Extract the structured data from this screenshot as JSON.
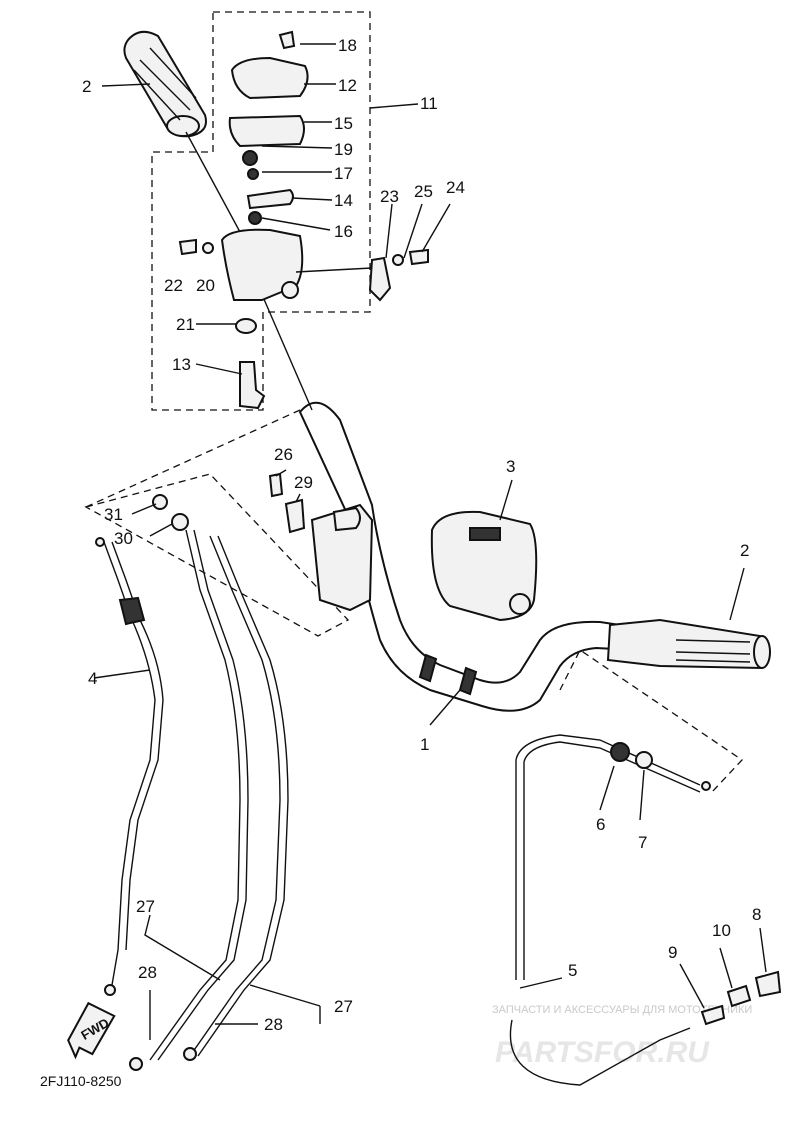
{
  "diagram": {
    "code": "2FJ110-8250",
    "fwd_label": "FWD",
    "watermark_line": "ЗАПЧАСТИ И АКСЕССУАРЫ ДЛЯ МОТОТЕХНИКИ",
    "watermark_logo": "PARTSFOR.RU",
    "labels": {
      "n1": "1",
      "n2a": "2",
      "n2b": "2",
      "n3": "3",
      "n4": "4",
      "n5": "5",
      "n6": "6",
      "n7": "7",
      "n8": "8",
      "n9": "9",
      "n10": "10",
      "n11": "11",
      "n12": "12",
      "n13": "13",
      "n14": "14",
      "n15": "15",
      "n16": "16",
      "n17": "17",
      "n18": "18",
      "n19": "19",
      "n20": "20",
      "n21": "21",
      "n22": "22",
      "n23": "23",
      "n24": "24",
      "n25": "25",
      "n26": "26",
      "n27a": "27",
      "n27b": "27",
      "n28a": "28",
      "n28b": "28",
      "n29": "29",
      "n30": "30",
      "n31": "31"
    }
  }
}
